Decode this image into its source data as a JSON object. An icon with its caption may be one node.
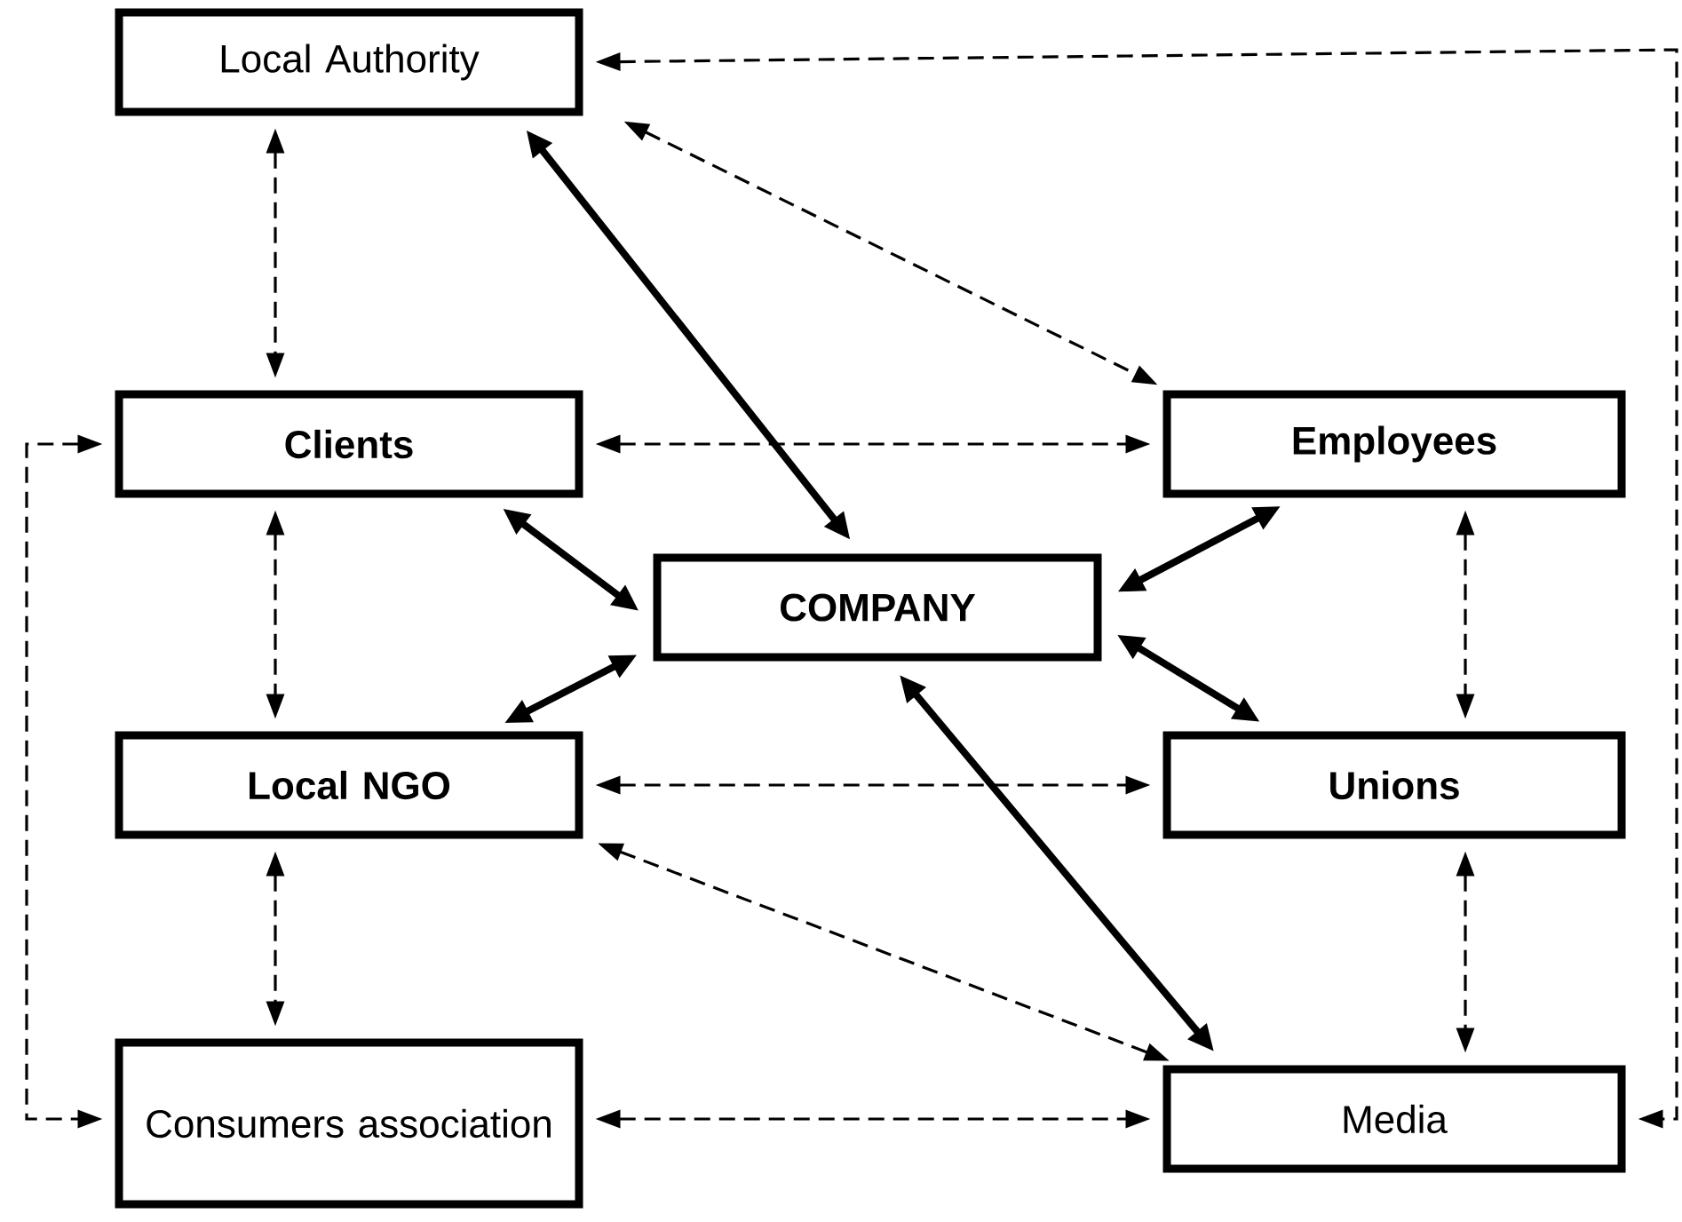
{
  "diagram": {
    "nodes": [
      {
        "text": [
          "Local Authority"
        ]
      },
      {
        "text": [
          "Clients"
        ]
      },
      {
        "text": [
          "Employees"
        ]
      },
      {
        "text": [
          "COMPANY"
        ]
      },
      {
        "text": [
          "Local NGO"
        ]
      },
      {
        "text": [
          "Unions"
        ]
      },
      {
        "text": [
          "Consumers association"
        ]
      },
      {
        "text": [
          "Media"
        ]
      }
    ],
    "edges": [
      {
        "from": 0,
        "to": 3,
        "arrow": "both",
        "style": "thick"
      },
      {
        "from": 1,
        "to": 3,
        "arrow": "both",
        "style": "thick"
      },
      {
        "from": 2,
        "to": 3,
        "arrow": "both",
        "style": "thick"
      },
      {
        "from": 3,
        "to": 4,
        "arrow": "both",
        "style": "thick"
      },
      {
        "from": 3,
        "to": 5,
        "arrow": "both",
        "style": "thick"
      },
      {
        "from": 3,
        "to": 7,
        "arrow": "both",
        "style": "thick"
      },
      {
        "from": 0,
        "to": 1,
        "arrow": "both",
        "style": "dashed"
      },
      {
        "from": 0,
        "to": 2,
        "arrow": "both",
        "style": "dashed"
      },
      {
        "from": 1,
        "to": 2,
        "arrow": "both",
        "style": "dashed"
      },
      {
        "from": 1,
        "to": 4,
        "arrow": "both",
        "style": "dashed"
      },
      {
        "from": 2,
        "to": 5,
        "arrow": "both",
        "style": "dashed"
      },
      {
        "from": 4,
        "to": 5,
        "arrow": "both",
        "style": "dashed"
      },
      {
        "from": 4,
        "to": 6,
        "arrow": "both",
        "style": "dashed"
      },
      {
        "from": 5,
        "to": 7,
        "arrow": "both",
        "style": "dashed"
      },
      {
        "from": 4,
        "to": 7,
        "arrow": "both",
        "style": "dashed"
      },
      {
        "from": 6,
        "to": 7,
        "arrow": "both",
        "style": "dashed"
      },
      {
        "from": 1,
        "to": 6,
        "arrow": "both",
        "style": "dashed"
      },
      {
        "from": 0,
        "to": 7,
        "arrow": "both",
        "style": "dashed"
      }
    ]
  }
}
